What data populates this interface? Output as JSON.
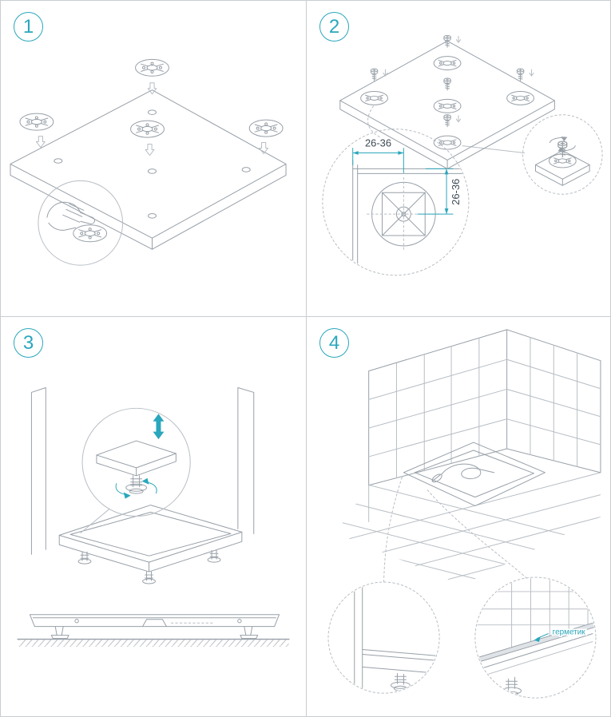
{
  "colors": {
    "accent": "#2aa7bc",
    "line": "#98a0a8",
    "line_light": "#b8bec4",
    "border": "#c9cdd1",
    "dim_text": "#3d4a55"
  },
  "steps": [
    {
      "number": "1"
    },
    {
      "number": "2"
    },
    {
      "number": "3"
    },
    {
      "number": "4"
    }
  ],
  "panel2": {
    "dim_horizontal": "26-36",
    "dim_vertical": "26-36"
  },
  "panel4": {
    "sealant_label": "герметик"
  }
}
